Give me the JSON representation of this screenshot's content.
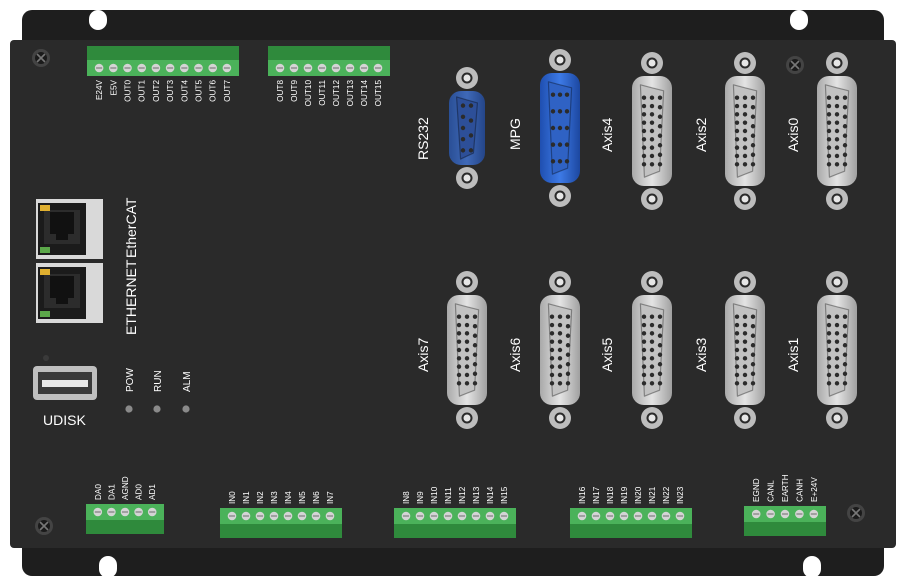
{
  "colors": {
    "body": "#2a2a2a",
    "flange": "#1e1e1e",
    "terminal_green": "#4bb25a",
    "terminal_dark": "#2f8a3c",
    "connector_grey": "#c9c9c9",
    "connector_blue": "#2f66d0",
    "led": "#8a8a8a",
    "text": "#ffffff"
  },
  "top_terminals": {
    "block1": [
      "E24V",
      "E5V",
      "OUT0",
      "OUT1",
      "OUT2",
      "OUT3",
      "OUT4",
      "OUT5",
      "OUT6",
      "OUT7"
    ],
    "block2": [
      "OUT8",
      "OUT9",
      "OUT10",
      "OUT11",
      "OUT12",
      "OUT13",
      "OUT14",
      "OUT15"
    ]
  },
  "bottom_terminals": {
    "analog": [
      "DA0",
      "DA1",
      "AGND",
      "AD0",
      "AD1"
    ],
    "in_a": [
      "IN0",
      "IN1",
      "IN2",
      "IN3",
      "IN4",
      "IN5",
      "IN6",
      "IN7"
    ],
    "in_b": [
      "IN8",
      "IN9",
      "IN10",
      "IN11",
      "IN12",
      "IN13",
      "IN14",
      "IN15"
    ],
    "in_c": [
      "IN16",
      "IN17",
      "IN18",
      "IN19",
      "IN20",
      "IN21",
      "IN22",
      "IN23"
    ],
    "can": [
      "EGND",
      "CANL",
      "EARTH",
      "CANH",
      "E+24V"
    ]
  },
  "ports": {
    "ethercat": "EtherCAT",
    "ethernet": "ETHERNET",
    "udisk": "UDISK"
  },
  "leds": [
    "POW",
    "RUN",
    "ALM"
  ],
  "top_connectors": [
    "RS232",
    "MPG",
    "Axis4",
    "Axis2",
    "Axis0"
  ],
  "bottom_connectors": [
    "Axis7",
    "Axis6",
    "Axis5",
    "Axis3",
    "Axis1"
  ]
}
